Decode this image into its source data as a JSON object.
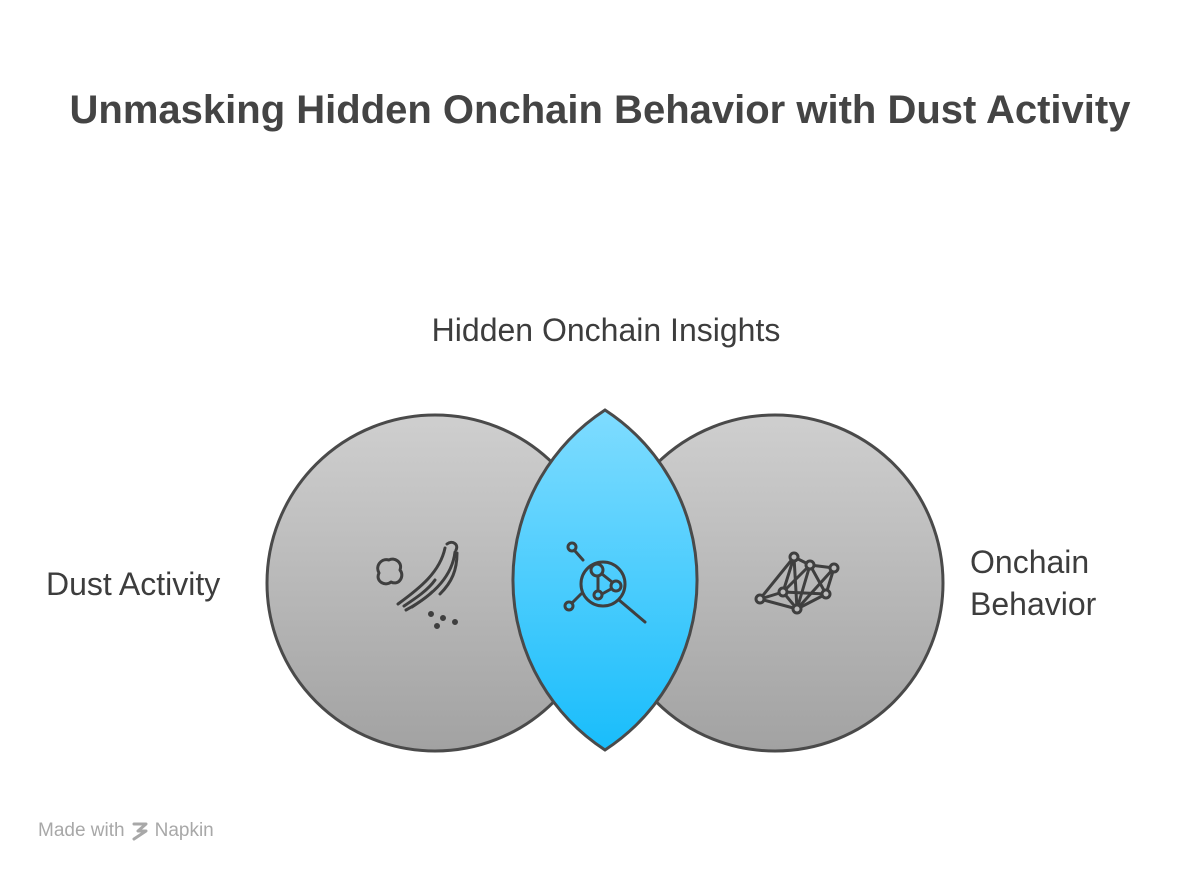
{
  "title": "Unmasking Hidden Onchain Behavior with Dust Activity",
  "diagram": {
    "type": "venn",
    "sets": [
      {
        "label": "Dust Activity",
        "icon": "broom-sweeping-dust-icon"
      },
      {
        "label": "Onchain Behavior",
        "icon": "network-graph-icon"
      }
    ],
    "intersection": {
      "label": "Hidden Onchain Insights",
      "icon": "magnifier-network-icon"
    },
    "colors": {
      "circle_top": "#cfcfcf",
      "circle_bottom": "#a2a2a2",
      "overlap_top": "#7fdcff",
      "overlap_bottom": "#19bdfb",
      "outline": "#4a4a4a",
      "icon": "#3f3f3f"
    }
  },
  "footer": {
    "prefix": "Made with",
    "brand": "Napkin",
    "icon": "napkin-logo-icon"
  }
}
